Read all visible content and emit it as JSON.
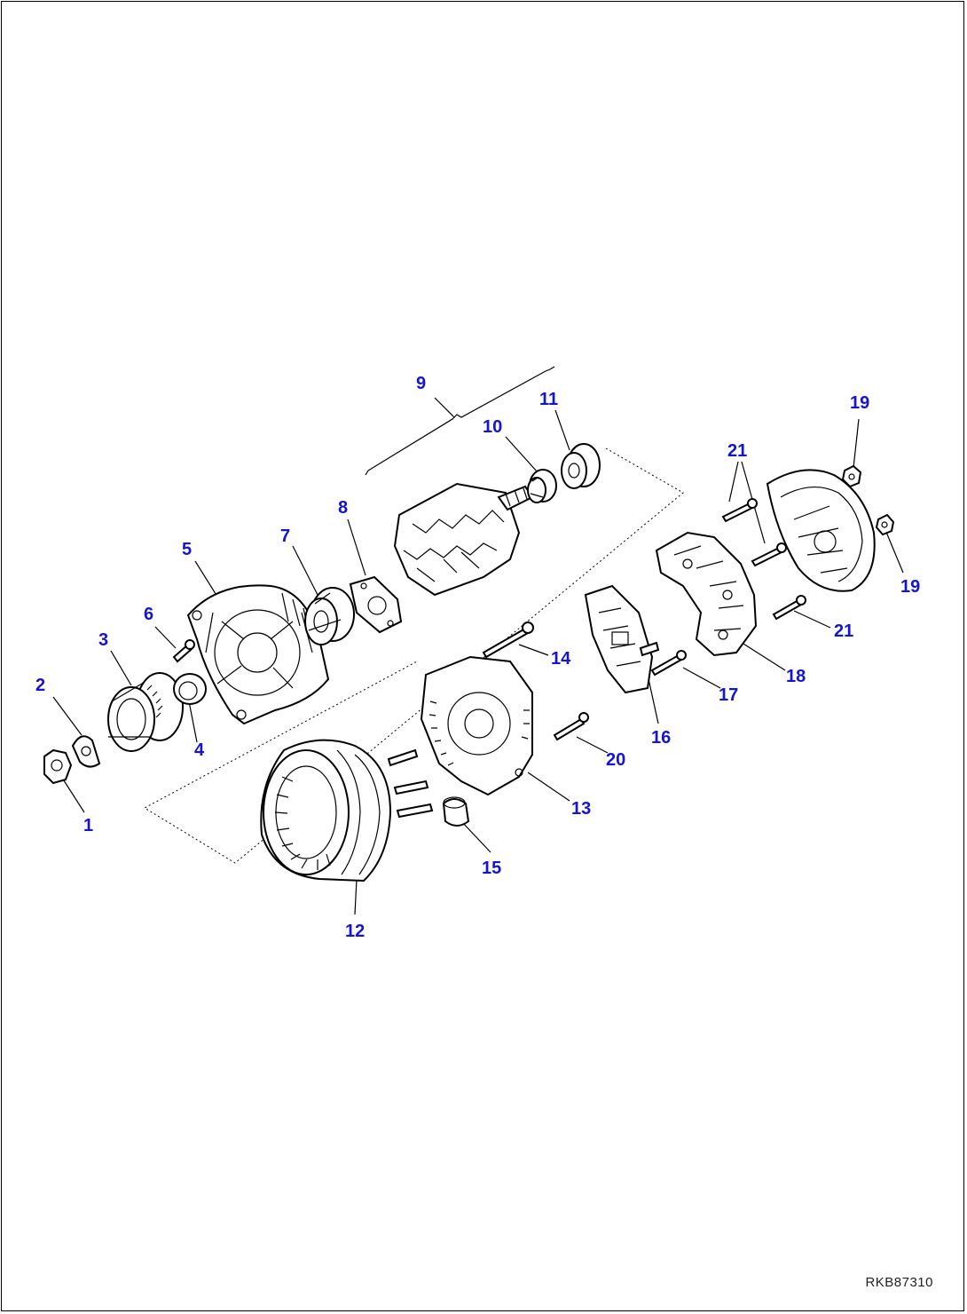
{
  "drawing": {
    "reference_code": "RKB87310",
    "callouts": [
      "1",
      "2",
      "3",
      "4",
      "5",
      "6",
      "7",
      "8",
      "9",
      "10",
      "11",
      "12",
      "13",
      "14",
      "15",
      "16",
      "17",
      "18",
      "19",
      "19",
      "20",
      "21",
      "21"
    ]
  },
  "colors": {
    "callout": "#1414d2",
    "line": "#000000",
    "background": "#ffffff"
  }
}
